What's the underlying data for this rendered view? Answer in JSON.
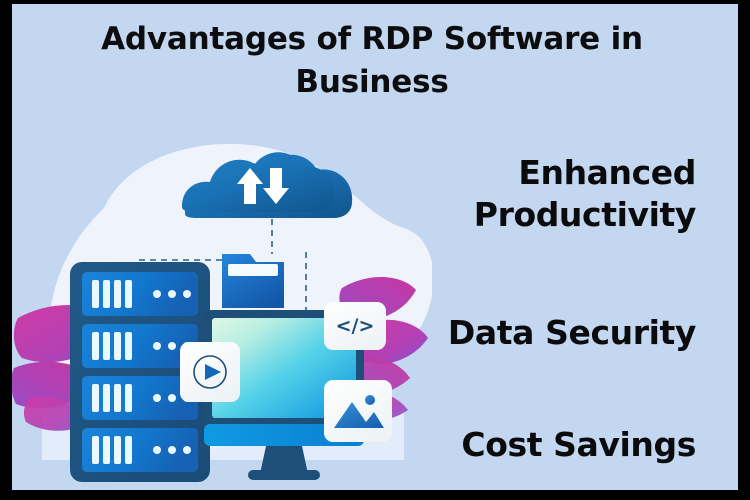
{
  "poster": {
    "title": "Advantages of RDP Software in Business",
    "background_color": "#c3d7f0",
    "frame_color": "#000000",
    "title_color": "#0d0d10"
  },
  "benefits": [
    {
      "id": "enhanced-productivity",
      "label": "Enhanced\nProductivity"
    },
    {
      "id": "data-security",
      "label": "Data Security"
    },
    {
      "id": "cost-savings",
      "label": "Cost Savings"
    }
  ],
  "illustration": {
    "alt": "Cloud computing illustration with server rack, desktop monitor, cloud sync and media file cards",
    "blob_color": "#eef3fc",
    "leaf_colors": [
      "#c0349b",
      "#a855c8",
      "#8e5fd3"
    ],
    "dashed_line_color": "#2b5f86",
    "elements": [
      {
        "name": "cloud-sync-icon",
        "label": "Cloud upload and download"
      },
      {
        "name": "server-rack-icon",
        "label": "Server rack",
        "bays": 4,
        "bars_per_bay": 4,
        "dots_per_bay": 3
      },
      {
        "name": "folder-icon",
        "label": "Folder"
      },
      {
        "name": "monitor-icon",
        "label": "Desktop monitor"
      },
      {
        "name": "video-card-icon",
        "label": "Play / video file"
      },
      {
        "name": "code-card-icon",
        "label": "</>"
      },
      {
        "name": "image-card-icon",
        "label": "Image file"
      }
    ],
    "code_card_text": "</>"
  }
}
